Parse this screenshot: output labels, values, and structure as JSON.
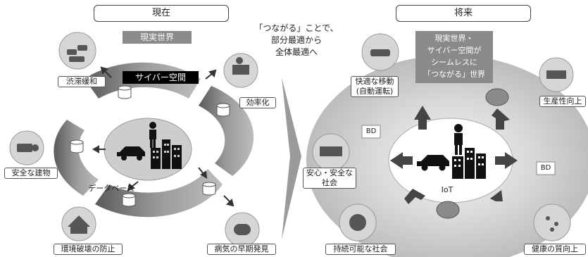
{
  "left_panel": {
    "header": "現在",
    "subtitle": "現実世界",
    "cyber_label": "サイバー空間",
    "database_label": "データベース",
    "items": [
      {
        "label": "渋滞緩和"
      },
      {
        "label": "効率化"
      },
      {
        "label": "安全な建物"
      },
      {
        "label": "環境破壊の防止"
      },
      {
        "label": "病気の早期発見"
      }
    ]
  },
  "center_text": {
    "line1": "「つながる」ことで、",
    "line2": "部分最適から",
    "line3": "全体最適へ"
  },
  "right_panel": {
    "header": "将来",
    "subtitle_lines": [
      "現実世界・",
      "サイバー空間が",
      "シームレスに",
      "「つながる」世界"
    ],
    "iot_label": "IoT",
    "bd_label": "BD",
    "items": [
      {
        "label_lines": [
          "快適な移動",
          "(自動運転)"
        ]
      },
      {
        "label_lines": [
          "生産性向上"
        ]
      },
      {
        "label_lines": [
          "安心・安全な",
          "社会"
        ]
      },
      {
        "label_lines": [
          "持続可能な社会"
        ]
      },
      {
        "label_lines": [
          "健康の質向上"
        ]
      }
    ]
  },
  "colors": {
    "dark_band": "#4a4a4a",
    "gray_ellipse": "#cfcfcf",
    "banner": "#888888",
    "arrow": "#444444"
  }
}
